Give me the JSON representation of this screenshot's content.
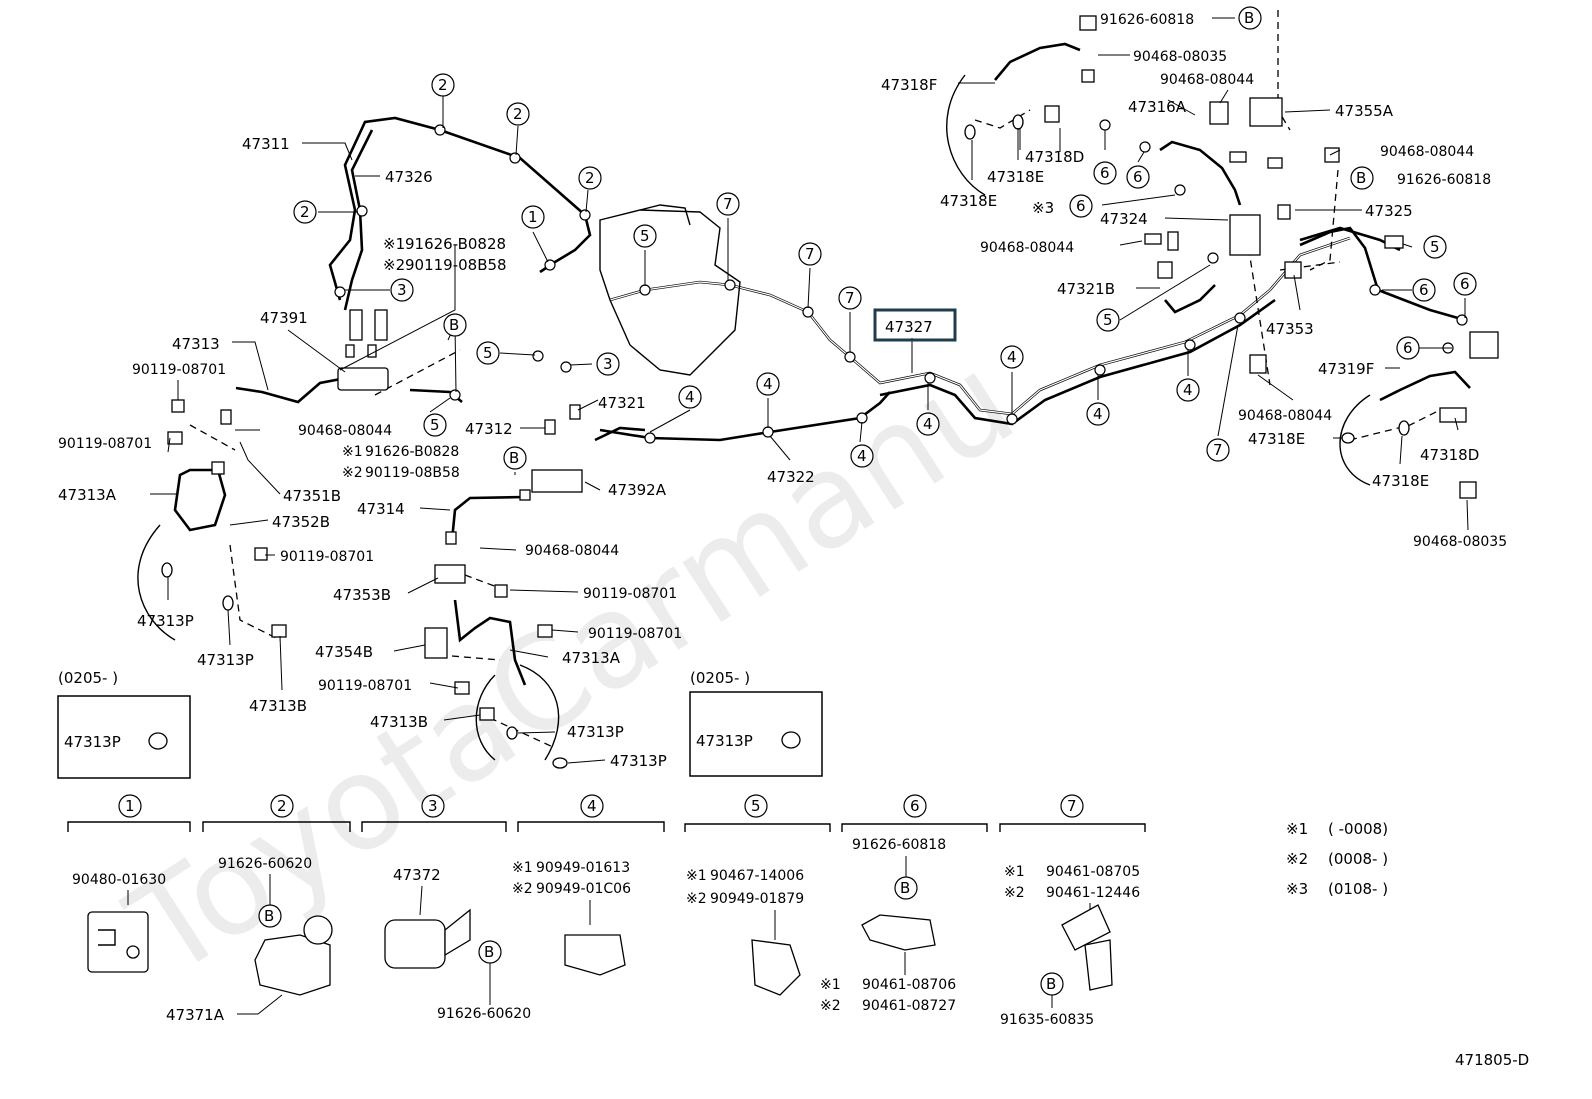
{
  "watermark": "ToyotaCarmanu",
  "diagram_id": "471805-D",
  "highlighted_part": "47327",
  "parts": {
    "p47311": "47311",
    "p47326": "47326",
    "p47391": "47391",
    "p47313": "47313",
    "p90119_a": "90119-08701",
    "p90119_b": "90119-08701",
    "p90468_a": "90468-08044",
    "p47351B": "47351B",
    "p47313A_l": "47313A",
    "p47352B": "47352B",
    "p90119_c": "90119-08701",
    "p47313P_a": "47313P",
    "p47313P_b": "47313P",
    "p47313B_a": "47313B",
    "p47312": "47312",
    "p47321": "47321",
    "note1_part": "91626-B0828",
    "note2_part": "90119-08B58",
    "note1b_part": "91626-B0828",
    "note2b_part": "90119-08B58",
    "p47392A": "47392A",
    "p47314": "47314",
    "p90468_b": "90468-08044",
    "p47353B": "47353B",
    "p90119_d": "90119-08701",
    "p90119_e": "90119-08701",
    "p47354B": "47354B",
    "p47313A_c": "47313A",
    "p90119_f": "90119-08701",
    "p47313B_b": "47313B",
    "p47313P_c": "47313P",
    "p47313P_d": "47313P",
    "p47322": "47322",
    "p47327": "47327",
    "p91626_60818_top": "91626-60818",
    "p90468_08035_top": "90468-08035",
    "p47318F": "47318F",
    "p90468_c": "90468-08044",
    "p47316A": "47316A",
    "p47355A": "47355A",
    "p47318D_top": "47318D",
    "p47318E_a": "47318E",
    "p47318E_b": "47318E",
    "p90468_d": "90468-08044",
    "p91626_60818_r": "91626-60818",
    "p47325": "47325",
    "p47324": "47324",
    "p90468_e": "90468-08044",
    "p47321B": "47321B",
    "p47353": "47353",
    "p47319F": "47319F",
    "p90468_f": "90468-08044",
    "p47318E_c": "47318E",
    "p47318D_r": "47318D",
    "p47318E_d": "47318E",
    "p90468_08035_r": "90468-08035"
  },
  "note_marks": {
    "m1": "※1",
    "m2": "※2",
    "m3": "※3"
  },
  "insets": [
    {
      "range": "(0205-        )",
      "part": "47313P"
    },
    {
      "range": "(0205-        )",
      "part": "47313P"
    }
  ],
  "clamps": [
    {
      "num": "1",
      "parts": [
        "90480-01630"
      ]
    },
    {
      "num": "2",
      "parts": [
        "91626-60620",
        "47371A"
      ]
    },
    {
      "num": "3",
      "parts": [
        "47372",
        "91626-60620"
      ]
    },
    {
      "num": "4",
      "parts": [
        "90949-01613",
        "90949-01C06"
      ]
    },
    {
      "num": "5",
      "parts": [
        "90467-14006",
        "90949-01879"
      ]
    },
    {
      "num": "6",
      "parts": [
        "91626-60818",
        "90461-08706",
        "90461-08727"
      ]
    },
    {
      "num": "7",
      "parts": [
        "90461-08705",
        "90461-12446",
        "91635-60835"
      ]
    }
  ],
  "legend": [
    {
      "mark": "※1",
      "range": "(        -0008)"
    },
    {
      "mark": "※2",
      "range": "(0008-        )"
    },
    {
      "mark": "※3",
      "range": "(0108-        )"
    }
  ],
  "circle_b": "B",
  "callouts": {
    "c2": "2",
    "c3": "3",
    "c4": "4",
    "c5": "5",
    "c6": "6",
    "c7": "7",
    "c1": "1"
  }
}
